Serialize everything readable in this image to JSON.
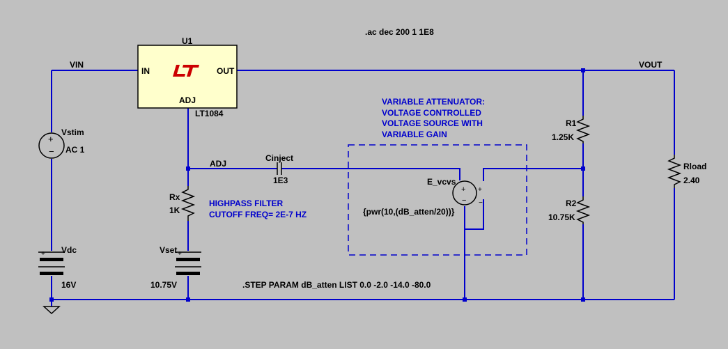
{
  "directive_ac": ".ac dec 200 1 1E8",
  "directive_step": ".STEP  PARAM  dB_atten  LIST  0.0 -2.0  -14.0  -80.0",
  "u1": {
    "ref": "U1",
    "part": "LT1084",
    "pin_in": "IN",
    "pin_out": "OUT",
    "pin_adj": "ADJ"
  },
  "nets": {
    "vin": "VIN",
    "vout": "VOUT",
    "adj": "ADJ"
  },
  "vstim": {
    "name": "Vstim",
    "value": "AC 1"
  },
  "vdc": {
    "name": "Vdc",
    "value": "16V"
  },
  "vset": {
    "name": "Vset",
    "value": "10.75V"
  },
  "rx": {
    "name": "Rx",
    "value": "1K"
  },
  "cinject": {
    "name": "Cinject",
    "value": "1E3"
  },
  "r1": {
    "name": "R1",
    "value": "1.25K"
  },
  "r2": {
    "name": "R2",
    "value": "10.75K"
  },
  "rload": {
    "name": "Rload",
    "value": "2.40"
  },
  "evcvs": {
    "name": "E_vcvs",
    "value": "{pwr(10,(dB_atten/20))}"
  },
  "notes": {
    "highpass_1": "HIGHPASS FILTER",
    "highpass_2": "CUTOFF FREQ= 2E-7 HZ",
    "atten_1": "VARIABLE  ATTENUATOR:",
    "atten_2": "VOLTAGE CONTROLLED",
    "atten_3": "VOLTAGE SOURCE WITH",
    "atten_4": "VARIABLE GAIN"
  },
  "colors": {
    "background": "#c0c0c0",
    "wire": "#0000cc",
    "ic_fill": "#ffffcc",
    "note": "#0000cc",
    "logo": "#cc0000"
  }
}
